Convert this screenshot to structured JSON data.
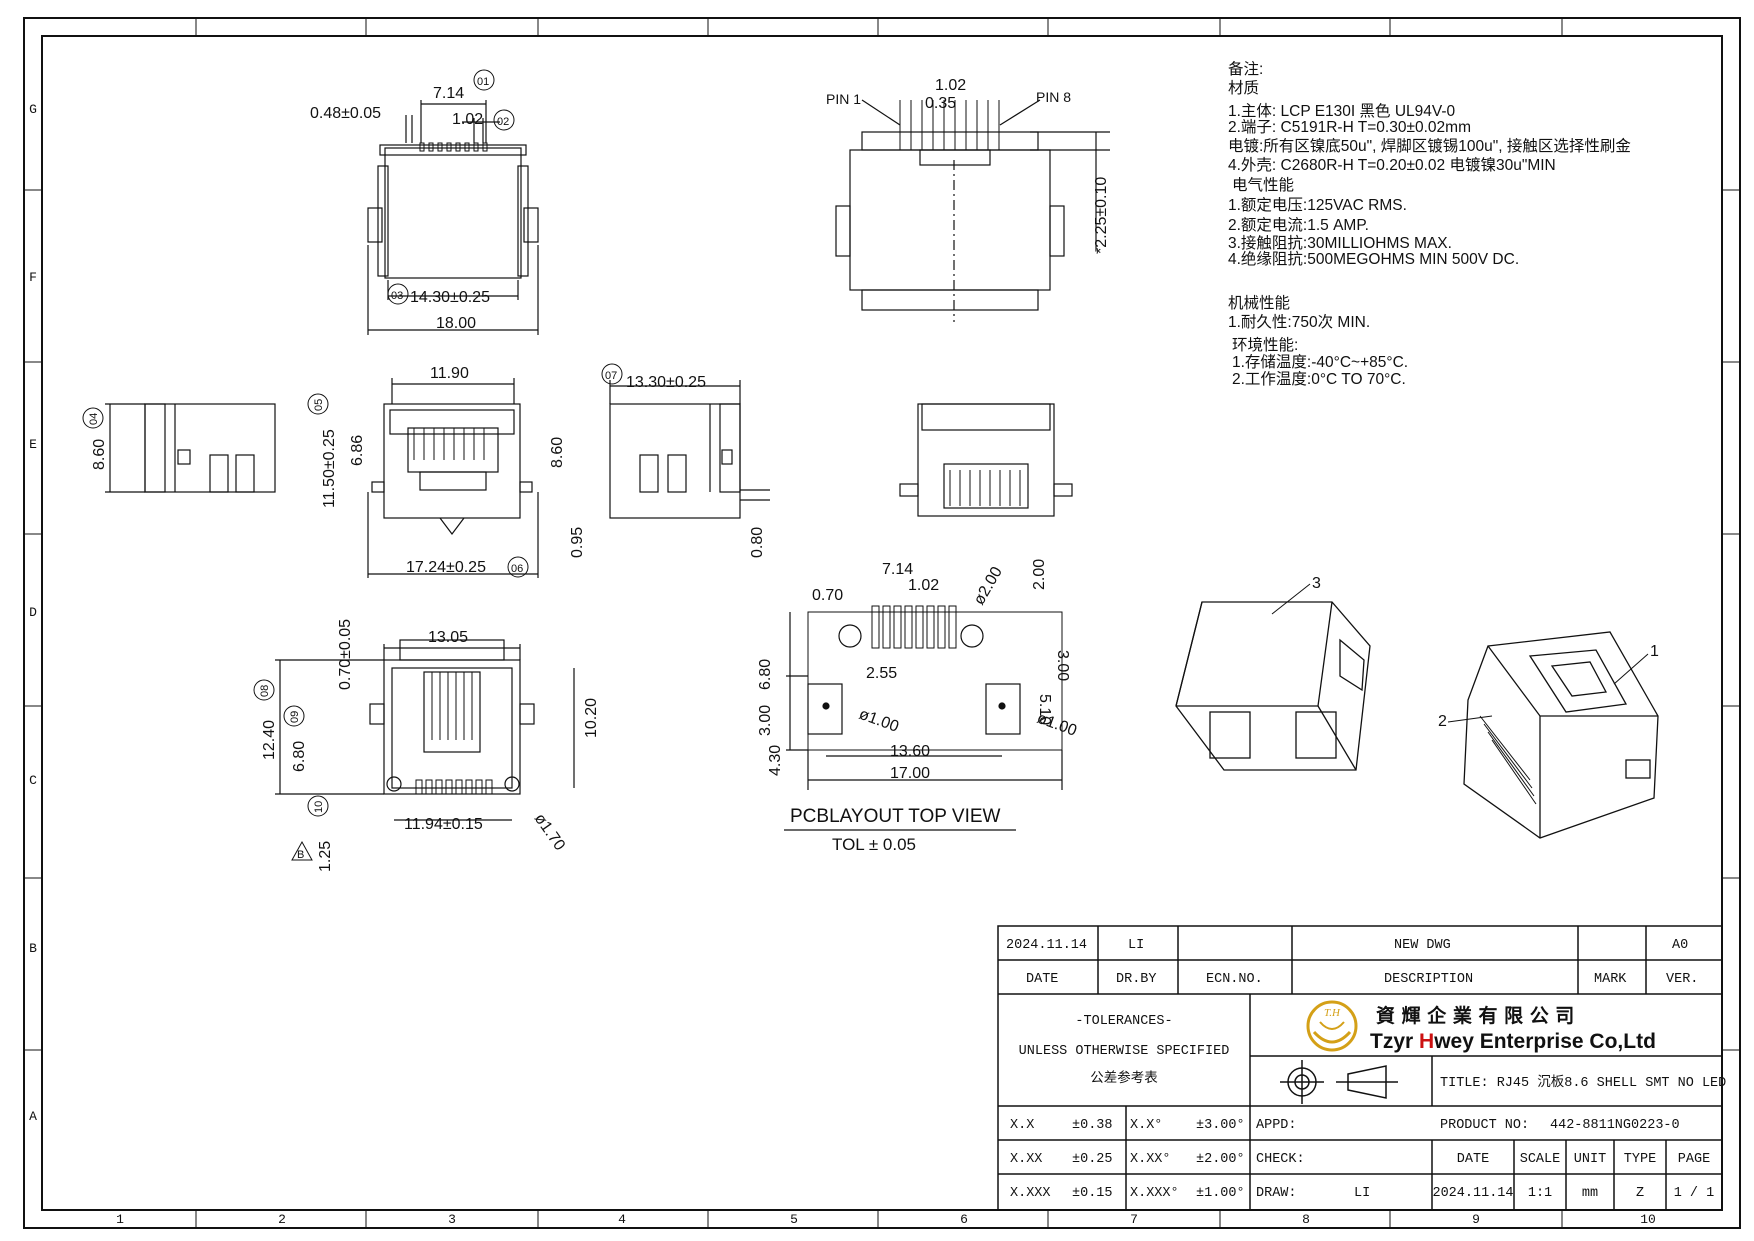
{
  "frame": {
    "columns": [
      "1",
      "2",
      "3",
      "4",
      "5",
      "6",
      "7",
      "8",
      "9",
      "10"
    ],
    "rows": [
      "G",
      "F",
      "E",
      "D",
      "C",
      "B",
      "A"
    ]
  },
  "notes": {
    "heading": "备注:",
    "material_title": "材质",
    "material": [
      "1.主体: LCP E130I 黑色 UL94V-0",
      "2.端子: C5191R-H T=0.30±0.02mm",
      "电镀:所有区镍底50u\", 焊脚区镀锡100u\", 接触区选择性刷金",
      "4.外壳: C2680R-H T=0.20±0.02 电镀镍30u\"MIN"
    ],
    "electrical_title": "电气性能",
    "electrical": [
      "1.额定电压:125VAC RMS.",
      "2.额定电流:1.5 AMP.",
      "3.接触阻抗:30MILLIOHMS MAX.",
      "4.绝缘阻抗:500MEGOHMS MIN 500V DC."
    ],
    "mechanical_title": "机械性能",
    "mechanical": [
      "1.耐久性:750次 MIN."
    ],
    "environment_title": "环境性能:",
    "environment": [
      "1.存储温度:-40°C~+85°C.",
      "2.工作温度:0°C TO 70°C."
    ]
  },
  "dims": {
    "top_view": {
      "d1": "7.14",
      "d2": "1.02",
      "d3": "0.48±0.05",
      "d4": "14.30±0.25",
      "d5": "18.00",
      "b1": "01",
      "b2": "02",
      "b3": "03"
    },
    "back_view": {
      "pin1": "PIN 1",
      "pin8": "PIN 8",
      "pitch": "1.02",
      "width": "0.35",
      "height": "*2.25±0.10"
    },
    "left_side": {
      "h": "8.60",
      "b": "04"
    },
    "front_view": {
      "w1": "11.90",
      "h1": "11.50±0.25",
      "h2": "6.86",
      "h3": "8.60",
      "h4": "0.95",
      "w2": "17.24±0.25",
      "b5": "05",
      "b6": "06"
    },
    "right_side": {
      "w": "13.30±0.25",
      "h": "0.80",
      "b": "07"
    },
    "bottom_view": {
      "w1": "13.05",
      "h1": "0.70±0.05",
      "h2": "12.40",
      "h3": "6.80",
      "h4": "10.20",
      "w2": "11.94±0.15",
      "dia": "ø1.70",
      "h5": "1.25",
      "b8": "08",
      "b9": "09",
      "b10": "10",
      "b_label": "B"
    },
    "pcb": {
      "d1": "7.14",
      "d2": "1.02",
      "d3": "0.70",
      "dia2": "ø2.00",
      "h1": "2.00",
      "h2": "3.00",
      "h3": "5.10",
      "h4": "6.80",
      "w1": "2.55",
      "h5": "3.00",
      "h6": "4.30",
      "dia1a": "ø1.00",
      "dia1b": "ø1.00",
      "w2": "13.60",
      "w3": "17.00",
      "title": "PCBLAYOUT TOP VIEW",
      "tol": "TOL ± 0.05"
    },
    "iso": {
      "c1": "1",
      "c2": "2",
      "c3": "3"
    }
  },
  "title_block": {
    "rev": {
      "date": "2024.11.14",
      "drby": "LI",
      "ecn": "",
      "description": "NEW DWG",
      "mark": "",
      "ver": "A0",
      "h_date": "DATE",
      "h_drby": "DR.BY",
      "h_ecn": "ECN.NO.",
      "h_desc": "DESCRIPTION",
      "h_mark": "MARK",
      "h_ver": "VER."
    },
    "tolerances": {
      "l1": "-TOLERANCES-",
      "l2": "UNLESS OTHERWISE SPECIFIED",
      "l3": "公差参考表",
      "rows": [
        [
          "X.X",
          "±0.38",
          "X.X°",
          "±3.00°"
        ],
        [
          "X.XX",
          "±0.25",
          "X.XX°",
          "±2.00°"
        ],
        [
          "X.XXX",
          "±0.15",
          "X.XXX°",
          "±1.00°"
        ]
      ]
    },
    "company": {
      "logo_text": "T.H",
      "cn": "資 輝 企 業 有 限 公 司",
      "en_1": "Tzyr ",
      "en_h": "H",
      "en_2": "wey Enterprise Co,Ltd",
      "brand_color": "#d4a017",
      "accent_color": "#cc1111"
    },
    "title": "TITLE: RJ45 沉板8.6 SHELL SMT NO LED",
    "appd": "APPD:",
    "check": "CHECK:",
    "draw_label": "DRAW:",
    "draw_value": "LI",
    "product_label": "PRODUCT NO:",
    "product_no": "442-8811NG0223-0",
    "info_headers": [
      "DATE",
      "SCALE",
      "UNIT",
      "TYPE",
      "PAGE"
    ],
    "info_values": [
      "2024.11.14",
      "1:1",
      "mm",
      "Z",
      "1 / 1"
    ]
  }
}
